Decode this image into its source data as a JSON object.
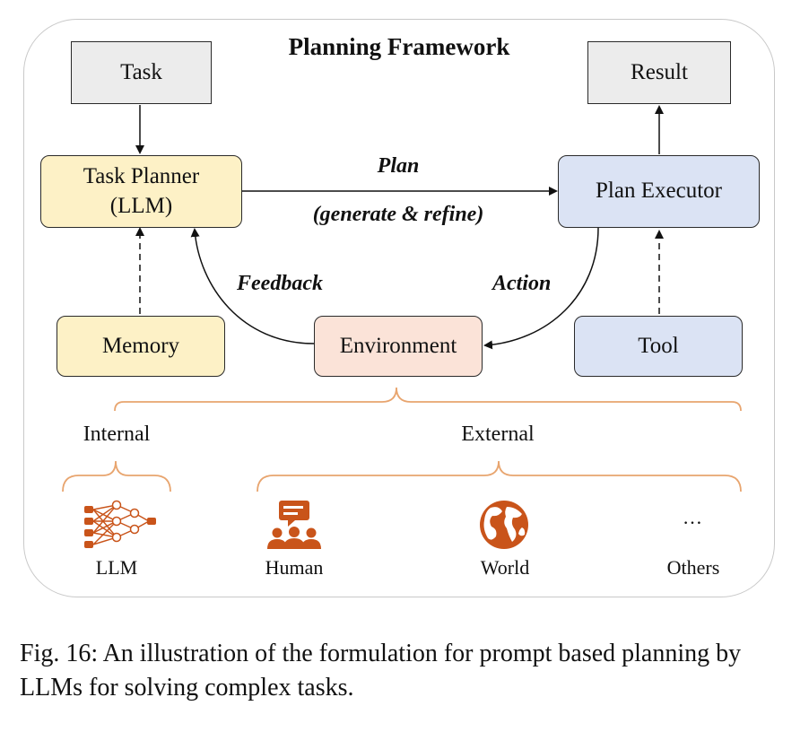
{
  "title": "Planning Framework",
  "boxes": {
    "task": "Task",
    "result": "Result",
    "task_planner": "Task Planner (LLM)",
    "plan_executor": "Plan Executor",
    "memory": "Memory",
    "environment": "Environment",
    "tool": "Tool"
  },
  "edge_labels": {
    "plan": "Plan",
    "plan_detail": "(generate & refine)",
    "feedback": "Feedback",
    "action": "Action"
  },
  "groups": {
    "internal": "Internal",
    "external": "External"
  },
  "sources": {
    "llm": "LLM",
    "human": "Human",
    "world": "World",
    "others_ellipsis": "…",
    "others": "Others"
  },
  "colors": {
    "accent_orange": "#e8a56f",
    "icon_orange": "#c9541a",
    "planner_fill": "#fdf1c6",
    "executor_fill": "#dbe3f4",
    "environment_fill": "#fbe3d8",
    "io_fill": "#ececec"
  },
  "caption": "Fig. 16: An illustration of the formulation for prompt based planning by LLMs for solving complex tasks."
}
